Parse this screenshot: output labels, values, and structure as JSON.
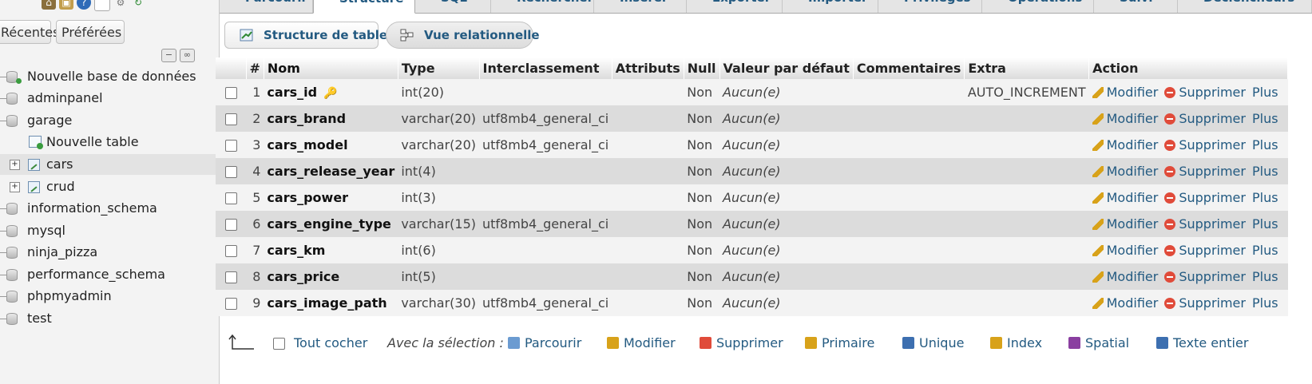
{
  "nav": {
    "tabs": [
      "Récentes",
      "Préférées"
    ],
    "tree": [
      {
        "label": "Nouvelle base de données",
        "kind": "new-db"
      },
      {
        "label": "adminpanel",
        "kind": "db"
      },
      {
        "label": "garage",
        "kind": "db"
      },
      {
        "label": "Nouvelle table",
        "kind": "new-table"
      },
      {
        "label": "cars",
        "kind": "table"
      },
      {
        "label": "crud",
        "kind": "table"
      },
      {
        "label": "information_schema",
        "kind": "db"
      },
      {
        "label": "mysql",
        "kind": "db"
      },
      {
        "label": "ninja_pizza",
        "kind": "db"
      },
      {
        "label": "performance_schema",
        "kind": "db"
      },
      {
        "label": "phpmyadmin",
        "kind": "db"
      },
      {
        "label": "test",
        "kind": "db"
      }
    ]
  },
  "top_tabs": [
    "Parcourir",
    "Structure",
    "SQL",
    "Rechercher",
    "Insérer",
    "Exporter",
    "Importer",
    "Privilèges",
    "Opérations",
    "Suivi",
    "Déclencheurs"
  ],
  "sub_tabs": [
    "Structure de table",
    "Vue relationnelle"
  ],
  "table": {
    "headers": [
      "#",
      "Nom",
      "Type",
      "Interclassement",
      "Attributs",
      "Null",
      "Valeur par défaut",
      "Commentaires",
      "Extra",
      "Action"
    ],
    "rows": [
      {
        "num": "1",
        "name": "cars_id",
        "type": "int(20)",
        "collation": "",
        "attributes": "",
        "null": "Non",
        "default": "Aucun(e)",
        "comments": "",
        "extra": "AUTO_INCREMENT",
        "primary": true
      },
      {
        "num": "2",
        "name": "cars_brand",
        "type": "varchar(20)",
        "collation": "utf8mb4_general_ci",
        "attributes": "",
        "null": "Non",
        "default": "Aucun(e)",
        "comments": "",
        "extra": ""
      },
      {
        "num": "3",
        "name": "cars_model",
        "type": "varchar(20)",
        "collation": "utf8mb4_general_ci",
        "attributes": "",
        "null": "Non",
        "default": "Aucun(e)",
        "comments": "",
        "extra": ""
      },
      {
        "num": "4",
        "name": "cars_release_year",
        "type": "int(4)",
        "collation": "",
        "attributes": "",
        "null": "Non",
        "default": "Aucun(e)",
        "comments": "",
        "extra": ""
      },
      {
        "num": "5",
        "name": "cars_power",
        "type": "int(3)",
        "collation": "",
        "attributes": "",
        "null": "Non",
        "default": "Aucun(e)",
        "comments": "",
        "extra": ""
      },
      {
        "num": "6",
        "name": "cars_engine_type",
        "type": "varchar(15)",
        "collation": "utf8mb4_general_ci",
        "attributes": "",
        "null": "Non",
        "default": "Aucun(e)",
        "comments": "",
        "extra": ""
      },
      {
        "num": "7",
        "name": "cars_km",
        "type": "int(6)",
        "collation": "",
        "attributes": "",
        "null": "Non",
        "default": "Aucun(e)",
        "comments": "",
        "extra": ""
      },
      {
        "num": "8",
        "name": "cars_price",
        "type": "int(5)",
        "collation": "",
        "attributes": "",
        "null": "Non",
        "default": "Aucun(e)",
        "comments": "",
        "extra": ""
      },
      {
        "num": "9",
        "name": "cars_image_path",
        "type": "varchar(30)",
        "collation": "utf8mb4_general_ci",
        "attributes": "",
        "null": "Non",
        "default": "Aucun(e)",
        "comments": "",
        "extra": ""
      }
    ],
    "actions": [
      "Modifier",
      "Supprimer",
      "Plus"
    ]
  },
  "bottom": {
    "check_all": "Tout cocher",
    "with_selection": "Avec la sélection :",
    "actions": [
      {
        "label": "Parcourir",
        "icon": "browse-icon",
        "color": "#6b9bd1"
      },
      {
        "label": "Modifier",
        "icon": "pencil-icon",
        "color": "#d8a21a"
      },
      {
        "label": "Supprimer",
        "icon": "delete-icon",
        "color": "#e04b3a"
      },
      {
        "label": "Primaire",
        "icon": "key-icon",
        "color": "#d8a21a"
      },
      {
        "label": "Unique",
        "icon": "unique-icon",
        "color": "#3d6fb0"
      },
      {
        "label": "Index",
        "icon": "index-icon",
        "color": "#d8a21a"
      },
      {
        "label": "Spatial",
        "icon": "spatial-icon",
        "color": "#8a3fa0"
      },
      {
        "label": "Texte entier",
        "icon": "fulltext-icon",
        "color": "#3d6fb0"
      }
    ]
  },
  "colors": {
    "link": "#235a81",
    "row_odd": "#f3f3f3",
    "row_even": "#dcdcdc"
  }
}
